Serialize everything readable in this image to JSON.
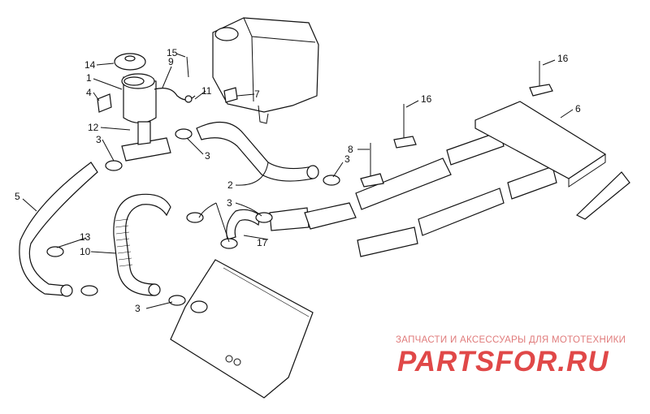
{
  "callouts": [
    {
      "id": "c14",
      "text": "14"
    },
    {
      "id": "c1",
      "text": "1"
    },
    {
      "id": "c4",
      "text": "4"
    },
    {
      "id": "c12",
      "text": "12"
    },
    {
      "id": "c3a",
      "text": "3"
    },
    {
      "id": "c9",
      "text": "9"
    },
    {
      "id": "c15",
      "text": "15"
    },
    {
      "id": "c11",
      "text": "11"
    },
    {
      "id": "c7",
      "text": "7"
    },
    {
      "id": "c3b",
      "text": "3"
    },
    {
      "id": "c2",
      "text": "2"
    },
    {
      "id": "c5",
      "text": "5"
    },
    {
      "id": "c13",
      "text": "13"
    },
    {
      "id": "c10",
      "text": "10"
    },
    {
      "id": "c3c",
      "text": "3"
    },
    {
      "id": "c17",
      "text": "17"
    },
    {
      "id": "c3d",
      "text": "3"
    },
    {
      "id": "c8",
      "text": "8"
    },
    {
      "id": "c3e",
      "text": "3"
    },
    {
      "id": "c16a",
      "text": "16"
    },
    {
      "id": "c16b",
      "text": "16"
    },
    {
      "id": "c6",
      "text": "6"
    }
  ],
  "watermark": {
    "subtitle": "ЗАПЧАСТИ И АКСЕССУАРЫ ДЛЯ МОТОТЕХНИКИ",
    "brand": "PARTSFOR.RU"
  },
  "colors": {
    "line": "#111111",
    "watermark": "#e04848",
    "watermark_light": "#e07b7b"
  }
}
